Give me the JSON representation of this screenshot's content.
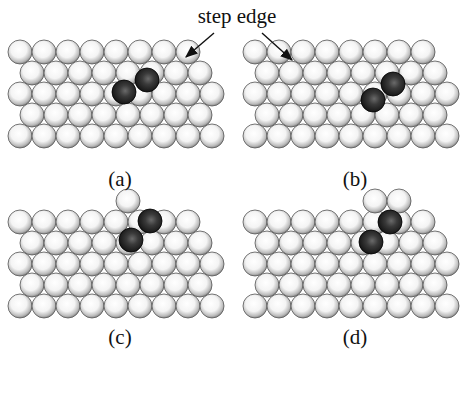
{
  "diagram": {
    "labels": [
      "step edge",
      "(a)",
      "(b)",
      "(c)",
      "(d)"
    ]
  }
}
